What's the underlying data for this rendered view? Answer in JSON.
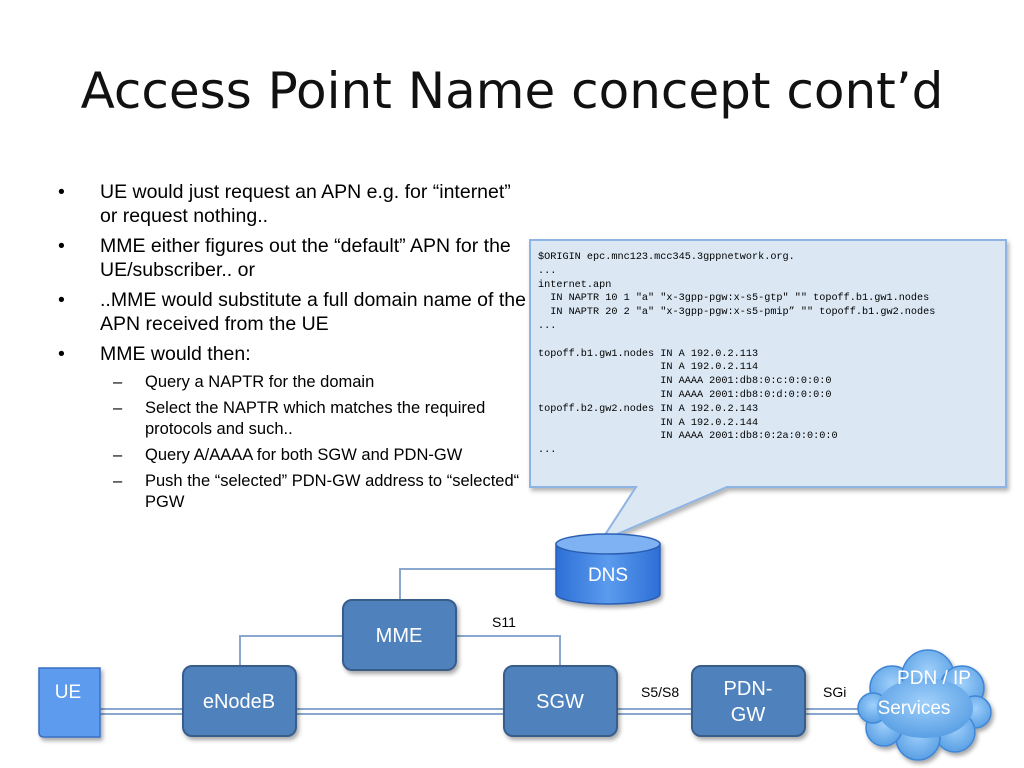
{
  "slide": {
    "title": "Access Point Name concept cont’d"
  },
  "bullets": [
    {
      "marker": "•",
      "text": "UE would just request an APN e.g. for “internet” or request nothing.."
    },
    {
      "marker": "•",
      "text": "MME either figures out the “default” APN for the UE/subscriber.. or"
    },
    {
      "marker": "•",
      "text": "..MME would substitute a full domain name of the APN received from the UE"
    },
    {
      "marker": "•",
      "text": "MME would then:"
    }
  ],
  "sub_bullets": [
    {
      "marker": "–",
      "text": "Query a NAPTR for the domain"
    },
    {
      "marker": "–",
      "text": "Select the NAPTR which matches the required protocols and such.."
    },
    {
      "marker": "–",
      "text": "Query A/AAAA for both SGW and PDN-GW"
    },
    {
      "marker": "–",
      "text": "Push the “selected” PDN-GW address to “selected“ PGW"
    }
  ],
  "dns_zone": "$ORIGIN epc.mnc123.mcc345.3gppnetwork.org.\n...\ninternet.apn\n  IN NAPTR 10 1 \"a\" \"x-3gpp-pgw:x-s5-gtp\" \"\" topoff.b1.gw1.nodes\n  IN NAPTR 20 2 \"a\" \"x-3gpp-pgw:x-s5-pmip” \"\" topoff.b1.gw2.nodes\n...\n\ntopoff.b1.gw1.nodes IN A 192.0.2.113\n                    IN A 192.0.2.114\n                    IN AAAA 2001:db8:0:c:0:0:0:0\n                    IN AAAA 2001:db8:0:d:0:0:0:0\ntopoff.b2.gw2.nodes IN A 192.0.2.143\n                    IN A 192.0.2.144\n                    IN AAAA 2001:db8:0:2a:0:0:0:0\n...",
  "nodes": {
    "dns": "DNS",
    "mme": "MME",
    "ue": "UE",
    "enodeb": "eNodeB",
    "sgw": "SGW",
    "pdn_gw_line1": "PDN-",
    "pdn_gw_line2": "GW",
    "pdn_line1": "PDN / IP",
    "pdn_line2": "Services"
  },
  "interfaces": {
    "s11": "S11",
    "s5s8": "S5/S8",
    "sgi": "SGi"
  },
  "colors": {
    "node_fill": "#4f81bd",
    "node_stroke": "#385d8a",
    "callout_fill": "#dbe8f4",
    "callout_stroke": "#8eb4e3",
    "cloud_fill": "#6fb0ea"
  }
}
